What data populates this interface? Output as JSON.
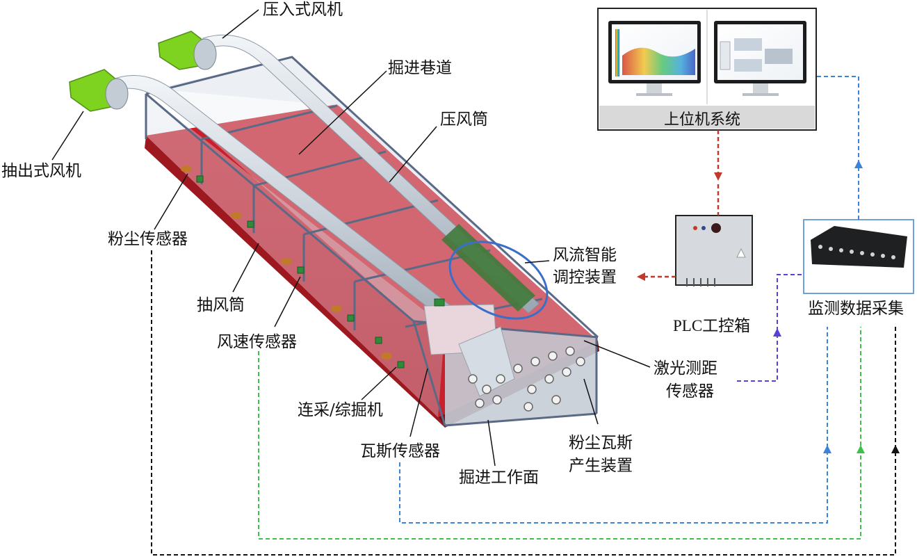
{
  "labels": {
    "forced_fan": "压入式风机",
    "roadway": "掘进巷道",
    "forced_duct": "压风筒",
    "exhaust_fan": "抽出式风机",
    "dust_sensor": "粉尘传感器",
    "exhaust_duct": "抽风筒",
    "speed_sensor": "风速传感器",
    "airflow_control_l1": "风流智能",
    "airflow_control_l2": "调控装置",
    "plc_box": "PLC工控箱",
    "monitor_acq": "监测数据采集",
    "laser_l1": "激光测距",
    "laser_l2": "传感器",
    "miner": "连采/综掘机",
    "gas_sensor": "瓦斯传感器",
    "work_face": "掘进工作面",
    "dust_gas_gen_l1": "粉尘瓦斯",
    "dust_gas_gen_l2": "产生装置",
    "host_system": "上位机系统"
  },
  "colors": {
    "red_signal": "#c0392b",
    "blue_signal": "#3b82d8",
    "green_signal": "#3cc24a",
    "black_signal": "#111111",
    "purple_signal": "#5b3fd6",
    "floor_red": "#c8202c",
    "fan_green": "#7ed321",
    "frame": "#5a6a86",
    "highlight_ellipse": "#3a6fc9"
  }
}
